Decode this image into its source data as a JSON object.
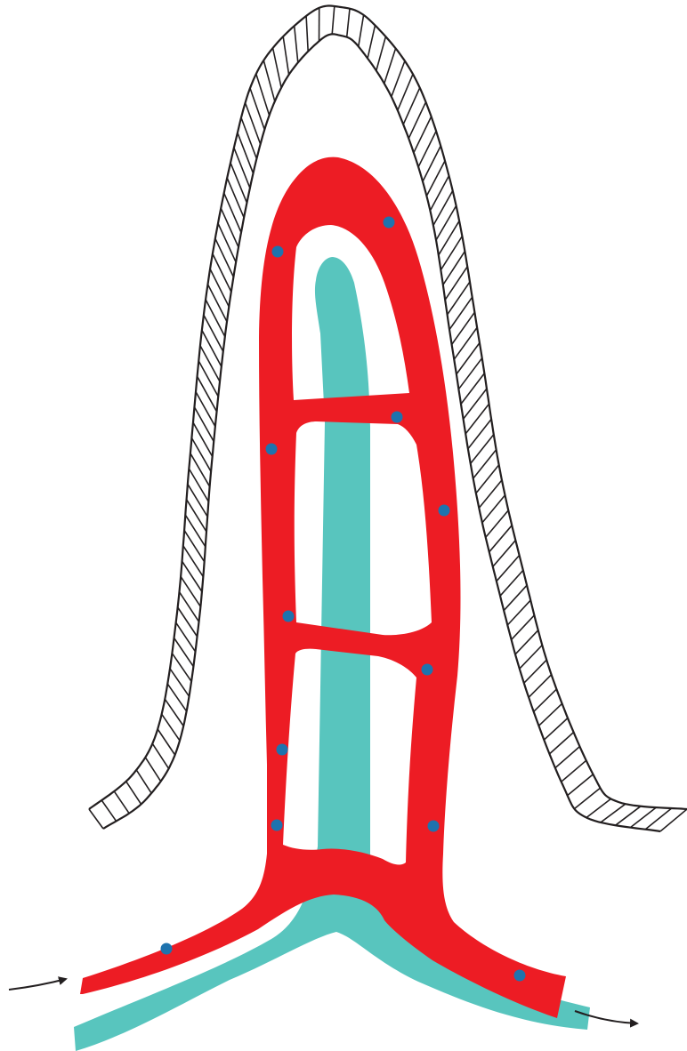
{
  "colors": {
    "background": "#ffffff",
    "vessel": "#ED1C24",
    "lacteal": "#58C5BE",
    "epithelium_stroke": "#231F20",
    "epithelium_fill": "#ffffff",
    "cell_dot": "#1E73AE",
    "arrow": "#231F20"
  },
  "parts": {
    "epithelium": "epithelium-band",
    "capillary_network": "capillary-network",
    "lacteal": "central-lacteal",
    "cells": "pericyte-dots",
    "inflow_arrow": "arrow-in",
    "outflow_arrow": "arrow-out"
  },
  "cell_count": 12
}
